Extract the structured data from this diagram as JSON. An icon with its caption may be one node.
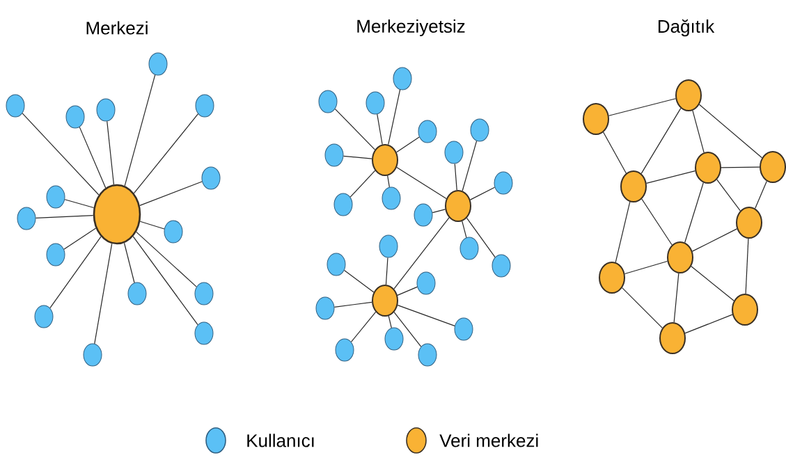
{
  "diagram": {
    "nodes": [
      {
        "text": [],
        "shape": "circle"
      },
      {
        "text": [],
        "shape": "circle"
      },
      {
        "text": [],
        "shape": "circle"
      },
      {
        "text": [],
        "shape": "circle"
      },
      {
        "text": [],
        "shape": "circle"
      },
      {
        "text": [],
        "shape": "circle"
      },
      {
        "text": [],
        "shape": "circle"
      },
      {
        "text": [],
        "shape": "circle"
      },
      {
        "text": [],
        "shape": "circle"
      },
      {
        "text": [],
        "shape": "circle"
      },
      {
        "text": [],
        "shape": "circle"
      },
      {
        "text": [],
        "shape": "circle"
      },
      {
        "text": [],
        "shape": "circle"
      },
      {
        "text": [],
        "shape": "circle"
      },
      {
        "text": [],
        "shape": "circle"
      },
      {
        "text": [],
        "shape": "circle"
      },
      {
        "text": [],
        "shape": "circle"
      },
      {
        "text": [],
        "shape": "circle"
      },
      {
        "text": [],
        "shape": "circle"
      },
      {
        "text": [],
        "shape": "circle"
      },
      {
        "text": [],
        "shape": "circle"
      },
      {
        "text": [],
        "shape": "circle"
      },
      {
        "text": [],
        "shape": "circle"
      },
      {
        "text": [],
        "shape": "circle"
      },
      {
        "text": [],
        "shape": "circle"
      },
      {
        "text": [],
        "shape": "circle"
      },
      {
        "text": [],
        "shape": "circle"
      },
      {
        "text": [],
        "shape": "circle"
      },
      {
        "text": [],
        "shape": "circle"
      },
      {
        "text": [],
        "shape": "circle"
      },
      {
        "text": [],
        "shape": "circle"
      },
      {
        "text": [],
        "shape": "circle"
      },
      {
        "text": [],
        "shape": "circle"
      },
      {
        "text": [],
        "shape": "circle"
      },
      {
        "text": [],
        "shape": "circle"
      },
      {
        "text": [],
        "shape": "circle"
      },
      {
        "text": [],
        "shape": "circle"
      },
      {
        "text": [],
        "shape": "circle"
      },
      {
        "text": [],
        "shape": "circle"
      },
      {
        "text": [],
        "shape": "circle"
      },
      {
        "text": [],
        "shape": "circle"
      },
      {
        "text": [],
        "shape": "circle"
      },
      {
        "text": [],
        "shape": "circle"
      },
      {
        "text": [],
        "shape": "circle"
      },
      {
        "text": [],
        "shape": "circle"
      },
      {
        "text": [],
        "shape": "circle"
      },
      {
        "text": [],
        "shape": "circle"
      },
      {
        "text": [],
        "shape": "circle"
      },
      {
        "text": [],
        "shape": "circle"
      },
      {
        "text": [],
        "shape": "circle"
      }
    ],
    "edges": [
      {
        "from": 0,
        "to": 1,
        "arrow": "none"
      },
      {
        "from": 0,
        "to": 2,
        "arrow": "none"
      },
      {
        "from": 0,
        "to": 3,
        "arrow": "none"
      },
      {
        "from": 0,
        "to": 4,
        "arrow": "none"
      },
      {
        "from": 0,
        "to": 5,
        "arrow": "none"
      },
      {
        "from": 0,
        "to": 6,
        "arrow": "none"
      },
      {
        "from": 0,
        "to": 7,
        "arrow": "none"
      },
      {
        "from": 0,
        "to": 8,
        "arrow": "none"
      },
      {
        "from": 0,
        "to": 9,
        "arrow": "none"
      },
      {
        "from": 0,
        "to": 10,
        "arrow": "none"
      },
      {
        "from": 0,
        "to": 11,
        "arrow": "none"
      },
      {
        "from": 0,
        "to": 12,
        "arrow": "none"
      },
      {
        "from": 0,
        "to": 13,
        "arrow": "none"
      },
      {
        "from": 0,
        "to": 14,
        "arrow": "none"
      },
      {
        "from": 0,
        "to": 15,
        "arrow": "none"
      },
      {
        "from": 16,
        "to": 17,
        "arrow": "none"
      },
      {
        "from": 17,
        "to": 18,
        "arrow": "none"
      },
      {
        "from": 16,
        "to": 19,
        "arrow": "none"
      },
      {
        "from": 16,
        "to": 20,
        "arrow": "none"
      },
      {
        "from": 16,
        "to": 21,
        "arrow": "none"
      },
      {
        "from": 16,
        "to": 22,
        "arrow": "none"
      },
      {
        "from": 17,
        "to": 23,
        "arrow": "none"
      },
      {
        "from": 17,
        "to": 24,
        "arrow": "none"
      },
      {
        "from": 16,
        "to": 25,
        "arrow": "none"
      },
      {
        "from": 17,
        "to": 26,
        "arrow": "none"
      },
      {
        "from": 16,
        "to": 27,
        "arrow": "none"
      },
      {
        "from": 16,
        "to": 28,
        "arrow": "none"
      },
      {
        "from": 17,
        "to": 29,
        "arrow": "none"
      },
      {
        "from": 17,
        "to": 30,
        "arrow": "none"
      },
      {
        "from": 17,
        "to": 31,
        "arrow": "none"
      },
      {
        "from": 18,
        "to": 32,
        "arrow": "none"
      },
      {
        "from": 18,
        "to": 33,
        "arrow": "none"
      },
      {
        "from": 18,
        "to": 34,
        "arrow": "none"
      },
      {
        "from": 18,
        "to": 35,
        "arrow": "none"
      },
      {
        "from": 18,
        "to": 36,
        "arrow": "none"
      },
      {
        "from": 18,
        "to": 37,
        "arrow": "none"
      },
      {
        "from": 18,
        "to": 38,
        "arrow": "none"
      },
      {
        "from": 18,
        "to": 39,
        "arrow": "none"
      },
      {
        "from": 41,
        "to": 40,
        "arrow": "none"
      },
      {
        "from": 40,
        "to": 44,
        "arrow": "none"
      },
      {
        "from": 40,
        "to": 42,
        "arrow": "none"
      },
      {
        "from": 40,
        "to": 43,
        "arrow": "none"
      },
      {
        "from": 41,
        "to": 44,
        "arrow": "none"
      },
      {
        "from": 44,
        "to": 42,
        "arrow": "none"
      },
      {
        "from": 42,
        "to": 43,
        "arrow": "none"
      },
      {
        "from": 42,
        "to": 46,
        "arrow": "none"
      },
      {
        "from": 42,
        "to": 45,
        "arrow": "none"
      },
      {
        "from": 43,
        "to": 45,
        "arrow": "none"
      },
      {
        "from": 44,
        "to": 46,
        "arrow": "none"
      },
      {
        "from": 44,
        "to": 47,
        "arrow": "none"
      },
      {
        "from": 46,
        "to": 45,
        "arrow": "none"
      },
      {
        "from": 45,
        "to": 48,
        "arrow": "none"
      },
      {
        "from": 47,
        "to": 46,
        "arrow": "none"
      },
      {
        "from": 46,
        "to": 48,
        "arrow": "none"
      },
      {
        "from": 46,
        "to": 49,
        "arrow": "none"
      },
      {
        "from": 47,
        "to": 49,
        "arrow": "none"
      },
      {
        "from": 49,
        "to": 48,
        "arrow": "none"
      }
    ],
    "labels": [
      "Merkezi",
      "Merkeziyetsiz",
      "Dağıtık"
    ],
    "legend": [
      {
        "text": "Kullanıcı",
        "color": "#5bc0f5"
      },
      {
        "text": "Veri merkezi",
        "color": "#f9b234"
      }
    ]
  }
}
